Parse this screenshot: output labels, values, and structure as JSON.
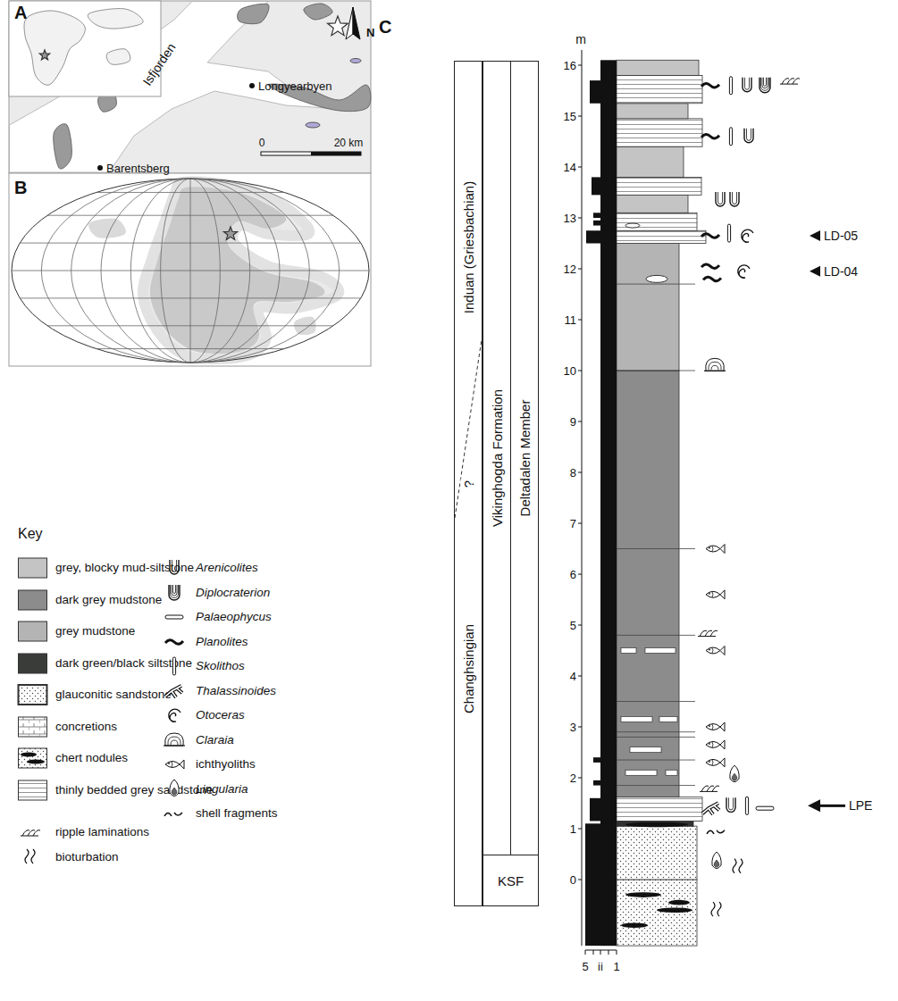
{
  "diagram": {
    "nodes": [
      {
        "text": [
          "Induan (Griesbachian)",
          "?",
          "Changhsingian"
        ]
      },
      {
        "text": [
          "Vikinghogda Formation"
        ]
      },
      {
        "text": [
          "Deltadalen Member"
        ]
      },
      {
        "text": [
          "KSF"
        ]
      }
    ],
    "labels": [
      "A",
      "Isfjorden",
      "Longyearbyen",
      "Barentsberg",
      "N",
      "0",
      "20 km",
      "B",
      "Key",
      "C",
      "m",
      "16",
      "15",
      "14",
      "13",
      "12",
      "11",
      "10",
      "9",
      "8",
      "7",
      "6",
      "5",
      "4",
      "3",
      "2",
      "1",
      "0",
      "5",
      "ii",
      "1",
      "LD-05",
      "LD-04",
      "LPE"
    ],
    "legend": [
      {
        "text": "grey, blocky mud-siltstone",
        "color": "#c4c4c4"
      },
      {
        "text": "dark grey mudstone",
        "color": "#8c8c8c"
      },
      {
        "text": "grey mudstone",
        "color": "#b4b4b4"
      },
      {
        "text": "dark green/black siltstone",
        "color": "#3a3c3a"
      },
      {
        "text": "glauconitic sandstone"
      },
      {
        "text": "concretions"
      },
      {
        "text": "chert nodules"
      },
      {
        "text": "thinly bedded grey sandstone"
      },
      {
        "text": "ripple laminations"
      },
      {
        "text": "bioturbation"
      },
      {
        "text": "Arenicolites"
      },
      {
        "text": "Diplocraterion"
      },
      {
        "text": "Palaeophycus"
      },
      {
        "text": "Planolites"
      },
      {
        "text": "Skolithos"
      },
      {
        "text": "Thalassinoides"
      },
      {
        "text": "Otoceras"
      },
      {
        "text": "Claraia"
      },
      {
        "text": "ichthyoliths"
      },
      {
        "text": "Lingularia"
      },
      {
        "text": "shell fragments"
      }
    ]
  }
}
